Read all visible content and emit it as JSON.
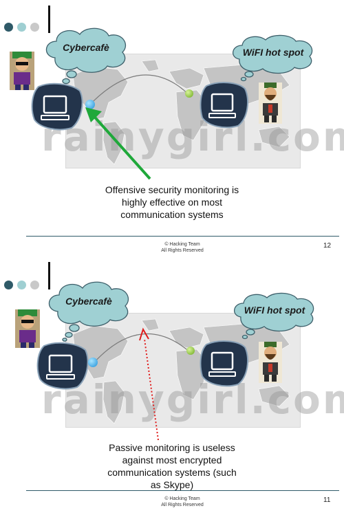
{
  "slides": [
    {
      "cloud_left": "Cybercafè",
      "cloud_right": "WiFI hot spot",
      "caption": "Offensive security monitoring is highly effective on most communication systems",
      "footer_line1": "© Hacking Team",
      "footer_line2": "All Rights Reserved",
      "page_number": "12"
    },
    {
      "cloud_left": "Cybercafè",
      "cloud_right": "WiFI hot spot",
      "caption": "Passive monitoring is useless against most encrypted communication systems (such as Skype)",
      "footer_line1": "© Hacking Team",
      "footer_line2": "All Rights Reserved",
      "page_number": "11"
    }
  ],
  "watermark": "rainygirl.com",
  "colors": {
    "accent_teal": "#2f5a68",
    "cloud_fill": "#9fd0d3",
    "green_arrow": "#1fa83a",
    "red_dotted_arrow": "#e01a1a",
    "device_blue": "#23344b"
  }
}
